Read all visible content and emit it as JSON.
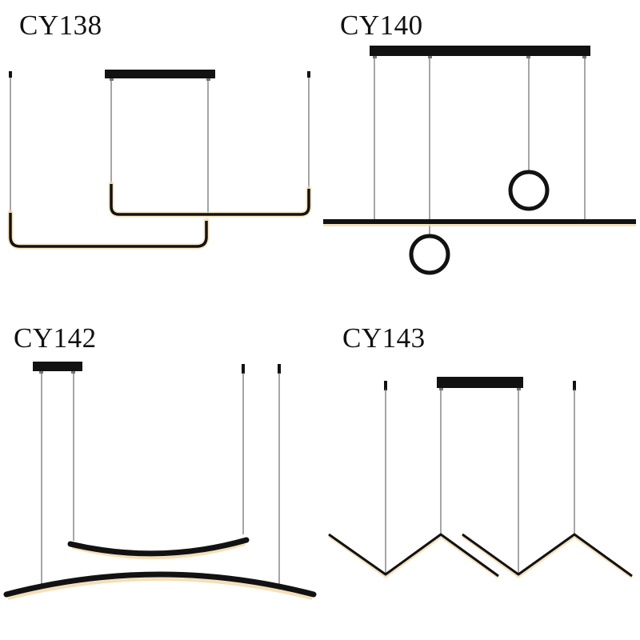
{
  "products": [
    {
      "model": "CY138"
    },
    {
      "model": "CY140"
    },
    {
      "model": "CY142"
    },
    {
      "model": "CY143"
    }
  ],
  "colors": {
    "background": "#ffffff",
    "fixture": "#121212",
    "cord": "#6b6b6b",
    "glow": "#f3d9ab"
  }
}
